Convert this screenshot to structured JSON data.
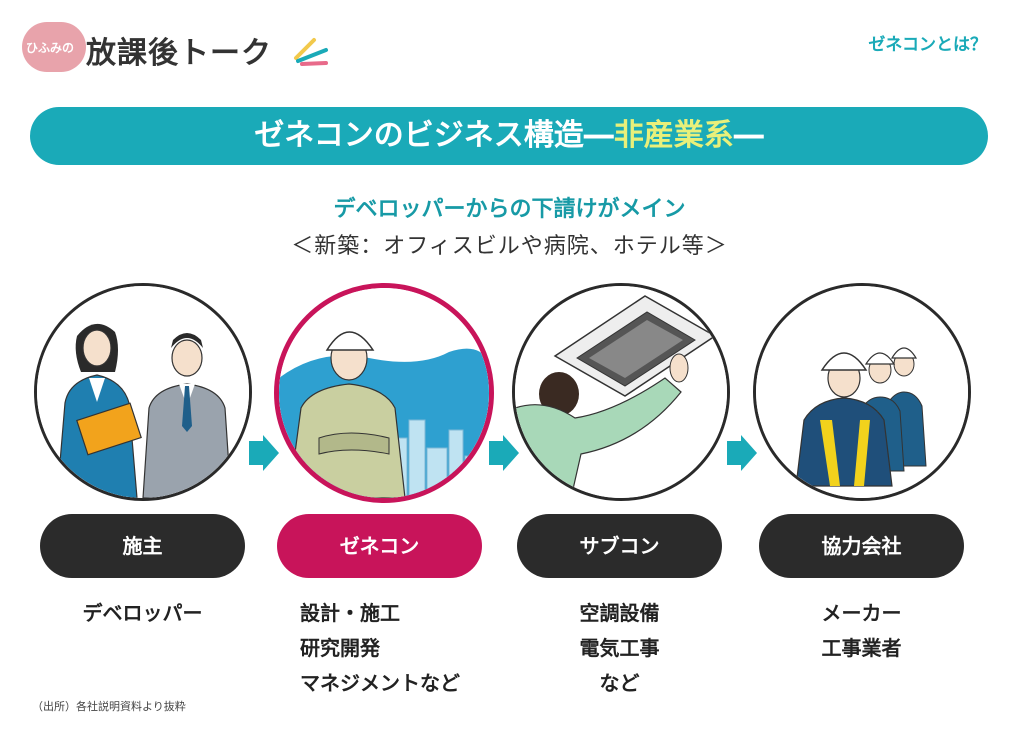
{
  "header": {
    "logo_badge": "ひふみの",
    "logo_title": "放課後トーク",
    "section_label": "ゼネコンとは？"
  },
  "banner": {
    "title_main": "ゼネコンのビジネス構造",
    "dash_left": "―",
    "title_highlight": "非産業系",
    "dash_right": "―"
  },
  "subtitle": {
    "line1": "デベロッパーからの下請けがメイン",
    "line2": "＜新築：オフィスビルや病院、ホテル等＞"
  },
  "flow": [
    {
      "label": "施主",
      "desc": [
        "デベロッパー"
      ],
      "image": "business-people-illustration"
    },
    {
      "label": "ゼネコン",
      "desc": [
        "設計・施工",
        "研究開発",
        "マネジメントなど"
      ],
      "image": "construction-worker-city-illustration",
      "highlighted": true
    },
    {
      "label": "サブコン",
      "desc": [
        "空調設備",
        "電気工事",
        "など"
      ],
      "image": "hvac-installer-illustration"
    },
    {
      "label": "協力会社",
      "desc": [
        "メーカー",
        "工事業者"
      ],
      "image": "workers-team-illustration"
    }
  ],
  "source": "（出所）各社説明資料より抜粋",
  "colors": {
    "teal": "#1aaab8",
    "magenta": "#c8145a",
    "dark": "#2b2b2b",
    "highlight": "#e8f07a",
    "arrow": "#1aaab8"
  }
}
